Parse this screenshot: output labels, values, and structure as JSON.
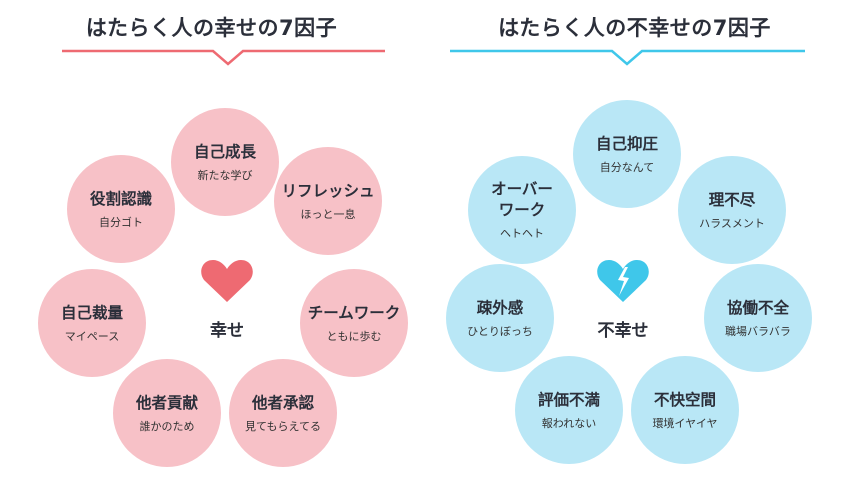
{
  "colors": {
    "happy_circle": "#f7c1c7",
    "happy_accent": "#ee6a72",
    "unhappy_circle": "#b9e7f6",
    "unhappy_accent": "#3fc7ea",
    "text": "#2b2f3a"
  },
  "happiness": {
    "title": "はたらく人の幸せの7因子",
    "center_label": "幸せ",
    "center_icon": "heart-icon",
    "factors": [
      {
        "main": "自己成長",
        "sub": "新たな学び"
      },
      {
        "main": "リフレッシュ",
        "sub": "ほっと一息"
      },
      {
        "main": "チームワーク",
        "sub": "ともに歩む"
      },
      {
        "main": "他者承認",
        "sub": "見てもらえてる"
      },
      {
        "main": "他者貢献",
        "sub": "誰かのため"
      },
      {
        "main": "自己裁量",
        "sub": "マイペース"
      },
      {
        "main": "役割認識",
        "sub": "自分ゴト"
      }
    ]
  },
  "unhappiness": {
    "title": "はたらく人の不幸せの7因子",
    "center_label": "不幸せ",
    "center_icon": "broken-heart-icon",
    "factors": [
      {
        "main": "自己抑圧",
        "sub": "自分なんて"
      },
      {
        "main": "理不尽",
        "sub": "ハラスメント"
      },
      {
        "main": "協働不全",
        "sub": "職場バラバラ"
      },
      {
        "main": "不快空間",
        "sub": "環境イヤイヤ"
      },
      {
        "main": "評価不満",
        "sub": "報われない"
      },
      {
        "main": "疎外感",
        "sub": "ひとりぼっち"
      },
      {
        "main": "オーバー\nワーク",
        "sub": "ヘトヘト"
      }
    ]
  }
}
